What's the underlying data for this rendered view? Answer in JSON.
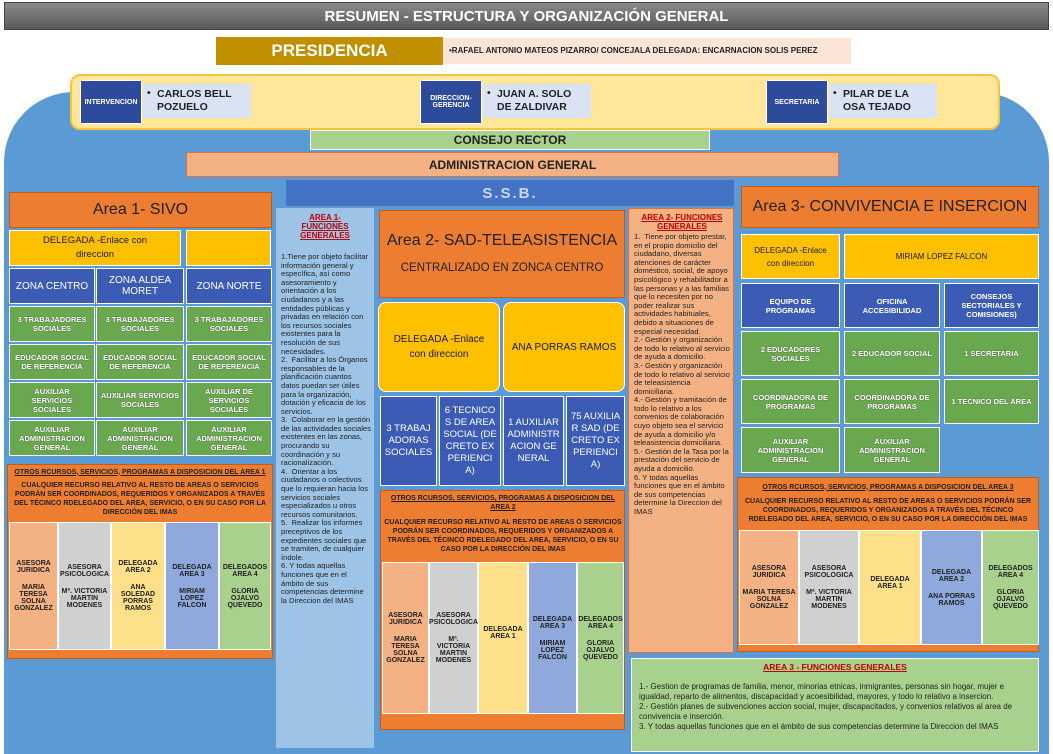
{
  "title": "RESUMEN - ESTRUCTURA Y ORGANIZACIÓN GENERAL",
  "presidencia": {
    "label": "PRESIDENCIA",
    "text": "•RAFAEL ANTONIO  MATEOS PIZARRO/ CONCEJALA DELEGADA: ENCARNACION SOLIS PEREZ"
  },
  "top": {
    "intervencion_label": "INTERVENCION",
    "intervencion_name": "CARLOS BELL POZUELO",
    "direccion_label": "DIRECCION-GERENCIA",
    "direccion_name": "JUAN A. SOLO DE ZALDIVAR",
    "secretaria_label": "SECRETARIA",
    "secretaria_name": "PILAR DE LA OSA TEJADO"
  },
  "consejo": "CONSEJO RECTOR",
  "administracion": "ADMINISTRACION GENERAL",
  "ssb": "S.S.B.",
  "area1": {
    "title": "Area 1- SIVO",
    "delegada": "DELEGADA -Enlace con direccion",
    "zones": [
      "ZONA CENTRO",
      "ZONA ALDEA MORET",
      "ZONA NORTE"
    ],
    "rows": [
      [
        "3 TRABAJADORES SOCIALES",
        "3 TRABAJADORES SOCIALES",
        "3 TRABAJADORES SOCIALES"
      ],
      [
        "EDUCADOR SOCIAL DE REFERENCIA",
        "EDUCADOR SOCIAL DE REFERENCIA",
        "EDUCADOR SOCIAL DE REFERENCIA"
      ],
      [
        "AUXILIAR SERVICIOS SOCIALES",
        "AUXILIAR SERVICIOS SOCIALES",
        "AUXILIAR DE SERVICIOS SOCIALES"
      ],
      [
        "AUXILIAR ADMINISTRACION GENERAL",
        "AUXILIAR ADMINISTRACION GENERAL",
        "AUXILIAR ADMINISTRACION GENERAL"
      ]
    ],
    "otros_title": "OTROS RCURSOS, SERVICIOS, PROGRAMAS A DISPOSICION DEL AREA 1",
    "otros_text": "CUALQUIER RECURSO RELATIVO AL RESTO DE AREAS  O SERVICIOS PODRÁN SER COORDINADOS,  REQUERIDOS Y ORGANIZADOS A TRAVÉS DEL TÉCINCO RDELEGADO DEL AREA,  SERVICIO, O EN SU CASO POR LA DIRECCIÓN DEL IMAS",
    "cells": [
      {
        "h": "ASESORA JURIDICA",
        "n": "MARIA TERESA SOLNA GONZALEZ"
      },
      {
        "h": "ASESORA PSICOLOGICA",
        "n": "Mª. VICTORIA MARTIN MODENES"
      },
      {
        "h": "DELEGADA AREA 2",
        "n": "ANA SOLEDAD PORRAS RAMOS"
      },
      {
        "h": "DELEGADA AREA 3",
        "n": "MIRIAM LOPEZ FALCON"
      },
      {
        "h": "DELEGADOS AREA 4",
        "n": "GLORIA OJALVO QUEVEDO"
      }
    ]
  },
  "area1_funciones": {
    "title": "AREA 1- FUNCIONES GENERALES",
    "text": "1.Tiene por objeto facilitar información general y específica, así como asesoramiento y orientación a los ciudadanos y a las entidades públicas y privadas en relación con los recursos sociales existentes para la resolución de sus necesidades.\n2.  Facilitar a los Órganos responsables de la planificación cuantos datos puedan ser útiles para la organización, dotación y eficacia de los servicios.\n3.  Colaborar en la gestión de las actividades sociales existentes en las zonas, procurando su coordinación y su racionalización.\n4.  Orientar a los ciudadanos o colectivos que lo requieran hacia los servicios sociales especializados u otros recursos comunitarios.\n5.  Realizar los informes preceptivos de los expedientes sociales que se tramiten, de cualquier índole.\n6. Y todas aquellas funciones que en el ámbito de sus competencias determine la Direccion del IMAS"
  },
  "area2": {
    "title": "Area 2- SAD-TELEASISTENCIA",
    "subtitle": "CENTRALIZADO EN ZONCA CENTRO",
    "delegada": "DELEGADA -Enlace con direccion",
    "delegada_name": "ANA PORRAS RAMOS",
    "staff": [
      "3 TRABAJADORAS SOCIALES",
      "6 TECNICOS DE AREA SOCIAL (DECRETO EXPERIENCIA)",
      "1 AUXILIAR ADMINISTRACION GENERAL",
      "75 AUXILIAR SAD (DECRETO EXPERIENCIA)"
    ],
    "otros_title": "OTROS RCURSOS, SERVICIOS, PROGRAMAS A DISPOSICION DEL AREA 2",
    "otros_text": "CUALQUIER RECURSO RELATIVO AL RESTO DE AREAS  O SERVICIOS PODRÁN SER COORDINADOS,  REQUERIDOS Y ORGANIZADOS A TRAVÉS DEL TÉCINCO RDELEGADO DEL AREA,  SERVICIO, O EN SU CASO POR LA DIRECCIÓN DEL IMAS",
    "cells": [
      {
        "h": "ASESORA JURIDICA",
        "n": "MARIA TERESA SOLNA GONZALEZ"
      },
      {
        "h": "ASESORA PSICOLOGICA",
        "n": "Mª. VICTORIA MARTIN MODENES"
      },
      {
        "h": "DELEGADA AREA 1",
        "n": ""
      },
      {
        "h": "DELEGADA AREA 3",
        "n": "MIRIAM LOPEZ FALCON"
      },
      {
        "h": "DELEGADOS AREA 4",
        "n": "GLORIA OJALVO QUEVEDO"
      }
    ]
  },
  "area2_funciones": {
    "title": "AREA 2- FUNCIONES GENERALES",
    "text": "1.  Tiene por objeto prestar, en el propio domicilio del ciudadano, diversas atenciones de carácter doméstico, social, de apoyo psicológico y rehabilitador a las personas y a las familias que lo necesiten por no poder realizar sus actividades habituales, debido a situaciones de especial necesidad.\n2.- Gestión y organización de todo lo relativo al servicio de ayuda a domicilio.\n3.- Gestión y organización de todo lo relativo al servicio de teleasistencia domiciliaria.\n4.- Gestión y tramitación de todo lo relativo a los convenios de colaboración cuyo objeto sea el servicio de ayuda a domicilio y/o teleasistencia domiciliaria.\n5.- Gestión de la Tasa por la prestación del servicio de ayuda a domicilio.\n6. Y todas aquellas funciones que en el ámbito de sus competencias determine la Direccion del IMAS"
  },
  "area3": {
    "title": "Area 3- CONVIVENCIA E INSERCION",
    "delegada": "DELEGADA -Enlace con direccion",
    "delegada_name": "MIRIAM LOPEZ FALCON",
    "units": [
      "EQUIPO DE PROGRAMAS",
      "OFICINA ACCESIBILIDAD",
      "CONSEJOS SECTORIALES Y COMISIONES)"
    ],
    "row1": [
      "2 EDUCADORES SOCIALES",
      "2 EDUCADOR SOCIAL",
      "1 SECRETARIA"
    ],
    "row2": [
      "COORDINADORA DE PROGRAMAS",
      "COORDINADORA DE PROGRAMAS",
      "1 TECNICO DEL AREA"
    ],
    "row3": [
      "AUXILIAR ADMINISTRACION GENERAL",
      "AUXILIAR ADMINISTRACION GENERAL"
    ],
    "otros_title": "OTROS RCURSOS, SERVICIOS, PROGRAMAS A DISPOSICION DEL AREA 3",
    "otros_text": "CUALQUIER RECURSO RELATIVO AL RESTO DE AREAS  O SERVICIOS PODRÁN SER COORDINADOS,  REQUERIDOS Y ORGANIZADOS A TRAVÉS DEL TÉCINCO RDELEGADO DEL AREA,  SERVICIO, O EN SU CASO POR LA DIRECCIÓN DEL IMAS",
    "cells": [
      {
        "h": "ASESORA JURIDICA",
        "n": "MARIA TERESA SOLNA GONZALEZ"
      },
      {
        "h": "ASESORA PSICOLOGICA",
        "n": "Mª. VICTORIA MARTIN MODENES"
      },
      {
        "h": "DELEGADA AREA 1",
        "n": ""
      },
      {
        "h": "DELEGADA AREA 2",
        "n": "ANA PORRAS RAMOS"
      },
      {
        "h": "DELEGADOS AREA 4",
        "n": "GLORIA OJALVO QUEVEDO"
      }
    ]
  },
  "area3_funciones": {
    "title": "AREA 3 - FUNCIONES GENERALES",
    "text": "1.- Gestion de programas de familia, menor, minorias etnicas, inmigrantes, personas sin hogar, mujer e igualdad, reparto de alimentos, discapacidad y acoesibilidad, mayores, y todo lo relativo a insercion.\n2.- Gestión planes de subvenciones accion social, mujer, discapacitados, y convenios relativos al area de convivencia e inserción.\n3. Y todas aquellas funciones que en el ámbito de sus competencias determine la Direccion del IMAS"
  }
}
